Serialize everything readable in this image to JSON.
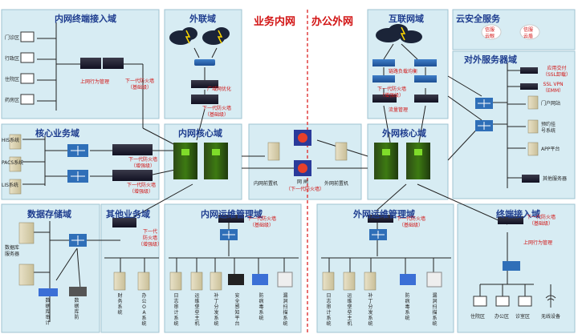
{
  "header": {
    "left": "业务内网",
    "right": "办公外网"
  },
  "zones": {
    "intranet_access": "内网终端接入域",
    "extranet": "外联域",
    "internet": "互联网域",
    "cloud_security": "云安全服务",
    "core_business": "核心业务域",
    "intranet_core": "内网核心域",
    "extranet_core": "外网核心域",
    "external_services": "对外服务器域",
    "data_storage": "数据存储域",
    "other_business": "其他业务域",
    "intranet_ops": "内网运维管理域",
    "extranet_ops": "外网运维管理域",
    "terminal_access": "终端接入域"
  },
  "labels": {
    "outpatient": "门诊区",
    "admin": "行政区",
    "inpatient": "住院区",
    "pharmacy": "药房区",
    "behavior_mgmt": "上网行为管理",
    "ngfw_basic": "下一代防火墙\n（基础级）",
    "wan_opt": "广域网优化",
    "ngfw_basic_2": "下一代防火墙\n（基础级）",
    "load_balance": "链路负载均衡",
    "ngfw_enh": "下一代防火墙\n（增强级）",
    "traffic_mgmt": "流量管理",
    "cloud_1": "信服\n云眼",
    "cloud_2": "信服\n云盾",
    "his": "HIS系统",
    "pacs": "PACS系统",
    "lis": "LIS系统",
    "ngfw_core": "下一代防火墙\n（增强级）",
    "ngfw_enh_3": "下一代防火墙\n（增强级）",
    "app_delivery": "应用交付\n（SSL卸载）",
    "ssl_vpn": "SSL VPN\n（EMM）",
    "portal": "门户网站",
    "registration": "预约挂\n号系统",
    "app_platform": "APP平台",
    "other_servers": "其他服务器",
    "intranet_frontend": "内网前置机",
    "gatekeeper": "网 闸",
    "gatekeeper_ngfw": "（下一代防火墙）",
    "extranet_frontend": "外网前置机",
    "db_server": "数据库\n服务器",
    "db_audit": "数据库审计",
    "data_backup": "数据库防",
    "ngfw_next": "下一代\n防火墙\n（增强级）",
    "finance": "财务系统",
    "oa": "办公OA系统",
    "ngfw_ops_in": "下一代防火墙\n（基础级）",
    "log_audit": "日志审计系统",
    "bastion": "运维堡垒主机",
    "patch": "补丁分发系统",
    "sec_awareness": "安全感知平台",
    "antivirus": "防病毒系统",
    "vuln_scan": "漏洞扫描系统",
    "ngfw_ops_out": "下一代防火墙\n（基础级）",
    "log_audit_2": "日志审计系统",
    "bastion_2": "运维堡垒主机",
    "patch_2": "补丁分发系统",
    "antivirus_2": "防病毒系统",
    "vuln_scan_2": "漏洞扫描系统",
    "ngfw_term": "下一代防火墙\n（基础级）",
    "behavior_mgmt_2": "上网行为管理",
    "office_1": "住院区",
    "office_2": "办公区",
    "office_3": "诊室区",
    "wireless": "无线设备"
  }
}
